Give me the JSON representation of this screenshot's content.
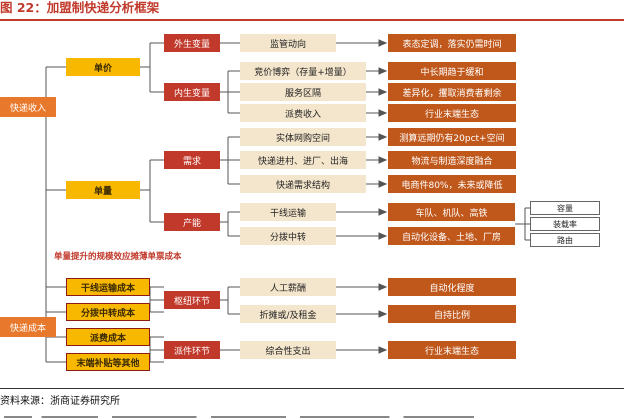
{
  "title": "图 22：加盟制快递分析框架",
  "roots": {
    "revenue": "快递收入",
    "cost": "快递成本"
  },
  "level1": {
    "unit_price": "单价",
    "volume": "单量",
    "line_transport_cost": "干线运输成本",
    "sorting_cost": "分拨中转成本",
    "dispatch_cost": "派费成本",
    "last_mile_other": "末端补贴等其他"
  },
  "level2": {
    "external_var": "外生变量",
    "internal_var": "内生变量",
    "demand": "需求",
    "capacity": "产能",
    "hub_link": "枢纽环节",
    "dispatch_link": "派件环节"
  },
  "level3": {
    "regulation": "监管动向",
    "competition": "竞价博弈（存量+增量）",
    "service_gap": "服务区隔",
    "dispatch_income": "派费收入",
    "online_shopping": "实体网购空间",
    "rural_factory": "快递进村、进厂、出海",
    "demand_structure": "快递需求结构",
    "trunk_transport": "干线运输",
    "sorting_transit": "分拨中转",
    "labor_salary": "人工薪酬",
    "depreciation": "折摊或/及租金",
    "overhead": "综合性支出"
  },
  "level4": {
    "regulation_note": "表态定调，落实仍需时间",
    "competition_note": "中长期趋于缓和",
    "service_note": "差异化，攫取消费者剩余",
    "dispatch_note": "行业末端生态",
    "online_note": "测算远期仍有20pct+空间",
    "rural_note": "物流与制造深度融合",
    "structure_note": "电商件80%，未来或降低",
    "trunk_note": "车队、机队、高铁",
    "sorting_note": "自动化设备、土地、厂房",
    "labor_note": "自动化程度",
    "depreciation_note": "自持比例",
    "overhead_note": "行业末端生态"
  },
  "level5": {
    "capacity_load": "容量",
    "load_rate": "装载率",
    "route": "路由"
  },
  "note": "单量提升的规模效应摊薄单票成本",
  "source": "资料来源：浙商证券研究所"
}
